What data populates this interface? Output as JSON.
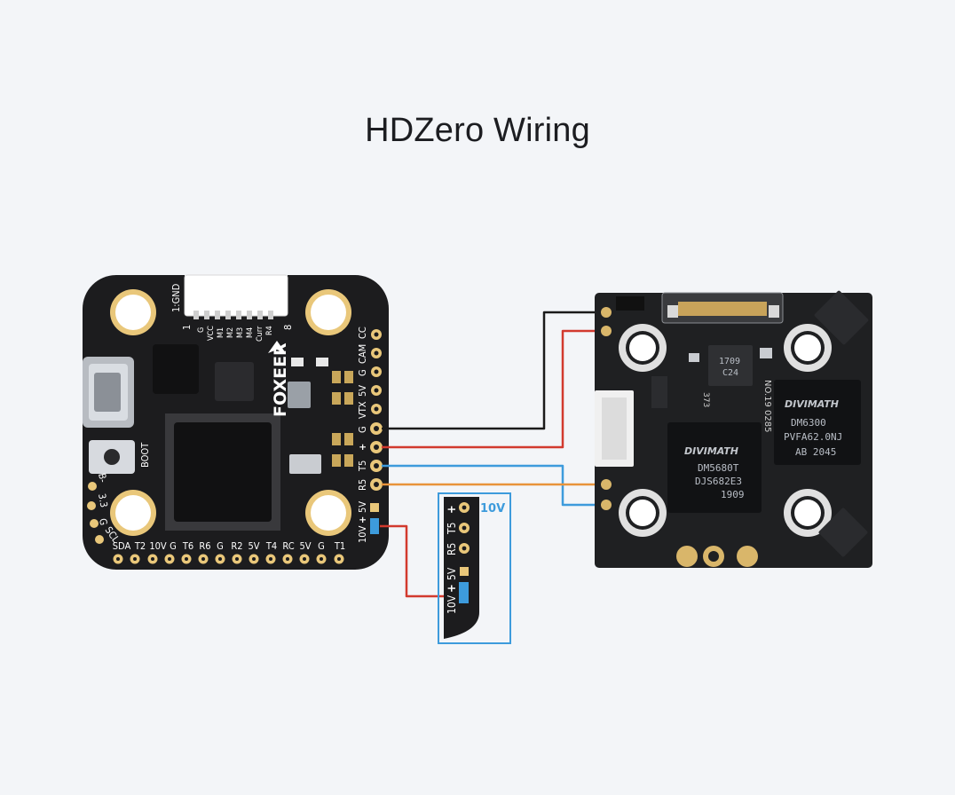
{
  "title": "HDZero Wiring",
  "colors": {
    "background": "#f3f5f8",
    "pcb": "#1c1c1e",
    "pad": "#e8c879",
    "wire_ground": "#1a1a1a",
    "wire_power": "#d23a2e",
    "wire_tx": "#3d9bdc",
    "wire_rx": "#e8933a",
    "callout_border": "#3d9bdc",
    "callout_text": "#3d9bdc"
  },
  "fc": {
    "brand": "FOXEER",
    "connector_label": "1:GND",
    "connector_pins": [
      "G",
      "VCC",
      "M1",
      "M2",
      "M3",
      "M4",
      "Curr",
      "R4"
    ],
    "connector_pin8": "8",
    "connector_pin1": "1",
    "right_pins": [
      "CC",
      "CAM",
      "G",
      "5V",
      "VTX",
      "G",
      "+",
      "T5",
      "R5",
      "5V",
      "+",
      "10V"
    ],
    "bottom_pins": [
      "SDA",
      "T2",
      "10V",
      "G",
      "T6",
      "R6",
      "G",
      "R2",
      "5V",
      "T4",
      "RC",
      "5V",
      "G",
      "T1"
    ],
    "left_pins": [
      "B-",
      "3.3",
      "G",
      "SCL"
    ],
    "boot_label": "BOOT"
  },
  "callout": {
    "pins": [
      "+",
      "T5",
      "R5",
      "5V",
      "+",
      "10V"
    ],
    "label": "10V"
  },
  "vtx": {
    "serial": "NO.19 0285",
    "chip_left": [
      "DIVIMATH",
      "DM5680T",
      "DJS682E3",
      "1909"
    ],
    "chip_right": [
      "DIVIMATH",
      "DM6300",
      "PVFA62.0NJ",
      "AB 2045"
    ],
    "small_chip": [
      "1709",
      "C24"
    ],
    "part_label": "373"
  }
}
